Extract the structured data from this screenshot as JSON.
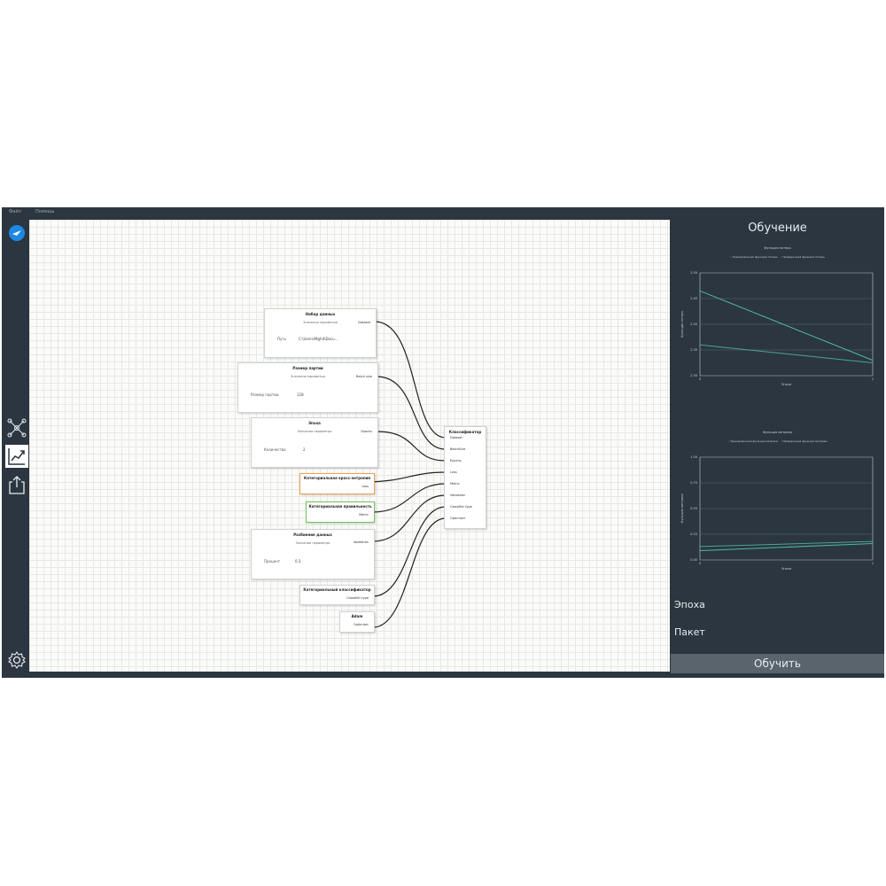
{
  "menu": {
    "file": "Файл",
    "help": "Помощь"
  },
  "sidebar": {
    "logo": "app-logo-icon",
    "items": [
      {
        "icon": "graph-nodes-icon",
        "active": false
      },
      {
        "icon": "chart-trend-icon",
        "active": true
      },
      {
        "icon": "export-icon",
        "active": false
      }
    ],
    "settings_icon": "gear-icon"
  },
  "nodes": {
    "dataset": {
      "title": "Набор данных",
      "sub": "Значения параметра",
      "param_label": "Путь",
      "param_value": "C:\\Users\\Mghd\\Docu...",
      "out": "Dataset"
    },
    "batch": {
      "title": "Размер партии",
      "sub": "Значения параметра",
      "param_label": "Размер партии",
      "param_value": "128",
      "out": "Batch size"
    },
    "epoch": {
      "title": "Эпоха",
      "sub": "Значения параметра",
      "param_label": "Количество",
      "param_value": "2",
      "out": "Epochs"
    },
    "loss": {
      "title": "Категориальная кросс-энтропия",
      "out": "Loss"
    },
    "metric": {
      "title": "Категориальная правильность",
      "out": "Metric"
    },
    "split": {
      "title": "Разбиение данных",
      "sub": "Значения параметра",
      "param_label": "Процент",
      "param_value": "0.3",
      "out": "Validation"
    },
    "classifier": {
      "title": "Категориальный классификатор",
      "out": "Classifier type"
    },
    "optimizer": {
      "title": "Adam",
      "out": "Optimizer"
    },
    "trainer": {
      "title": "Классификатор",
      "inputs": [
        "Dataset",
        "BatchSize",
        "Epochs",
        "Loss",
        "Metric",
        "Validation",
        "Classifier type",
        "Optimizer"
      ]
    }
  },
  "panel": {
    "title": "Обучение",
    "epoch_label": "Эпоха",
    "batch_label": "Пакет",
    "train_button": "Обучить"
  },
  "colors": {
    "accent_line": "#4fb9a4",
    "background_dark": "#2b3640",
    "button": "#5a646d",
    "loss_border": "#f0a04b",
    "metric_border": "#6dc45c"
  },
  "chart_data": [
    {
      "type": "line",
      "title": "Функция потерь",
      "xlabel": "Эпохи",
      "ylabel": "Функция потерь",
      "x": [
        0,
        1
      ],
      "ylim": [
        2.3,
        2.5
      ],
      "yticks": [
        "2.50",
        "2.45",
        "2.40",
        "2.35",
        "2.30"
      ],
      "xticks": [
        "0",
        "1"
      ],
      "series": [
        {
          "name": "Тренировочная функция потерь",
          "values": [
            2.465,
            2.33
          ]
        },
        {
          "name": "Проверочная функция потерь",
          "values": [
            2.36,
            2.325
          ]
        }
      ]
    },
    {
      "type": "line",
      "title": "Функция метрики",
      "xlabel": "Эпохи",
      "ylabel": "Функция метрики",
      "x": [
        0,
        1
      ],
      "ylim": [
        0.0,
        1.0
      ],
      "yticks": [
        "1.00",
        "0.75",
        "0.50",
        "0.25",
        "0.00"
      ],
      "xticks": [
        "0",
        "1"
      ],
      "series": [
        {
          "name": "Тренировочная функция метрики",
          "values": [
            0.09,
            0.16
          ]
        },
        {
          "name": "Проверочная функция метрики",
          "values": [
            0.13,
            0.18
          ]
        }
      ]
    }
  ]
}
